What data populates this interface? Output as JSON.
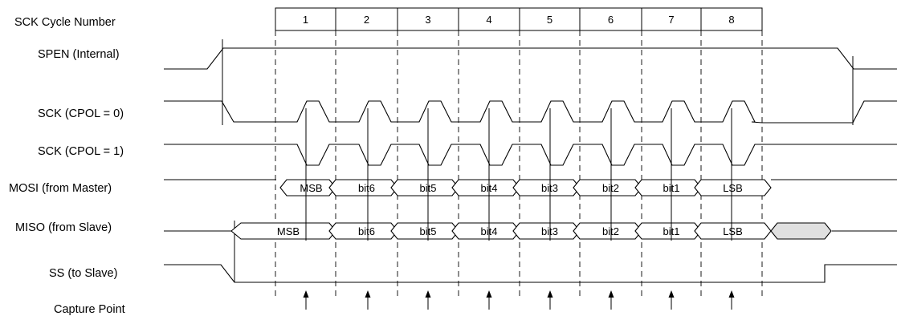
{
  "signal_labels": {
    "sck_cycle": "SCK Cycle Number",
    "spen": "SPEN (Internal)",
    "sck_cpol0": "SCK (CPOL = 0)",
    "sck_cpol1": "SCK (CPOL = 1)",
    "mosi": "MOSI (from Master)",
    "miso": "MISO (from Slave)",
    "ss": "SS (to Slave)",
    "capture": "Capture Point"
  },
  "cycle_numbers": [
    "1",
    "2",
    "3",
    "4",
    "5",
    "6",
    "7",
    "8"
  ],
  "mosi_bits": [
    "MSB",
    "bit6",
    "bit5",
    "bit4",
    "bit3",
    "bit2",
    "bit1",
    "LSB"
  ],
  "miso_bits": [
    "MSB",
    "bit6",
    "bit5",
    "bit4",
    "bit3",
    "bit2",
    "bit1",
    "LSB"
  ],
  "colors": {
    "line": "#000000",
    "hold_fill": "#e0e0e0"
  }
}
